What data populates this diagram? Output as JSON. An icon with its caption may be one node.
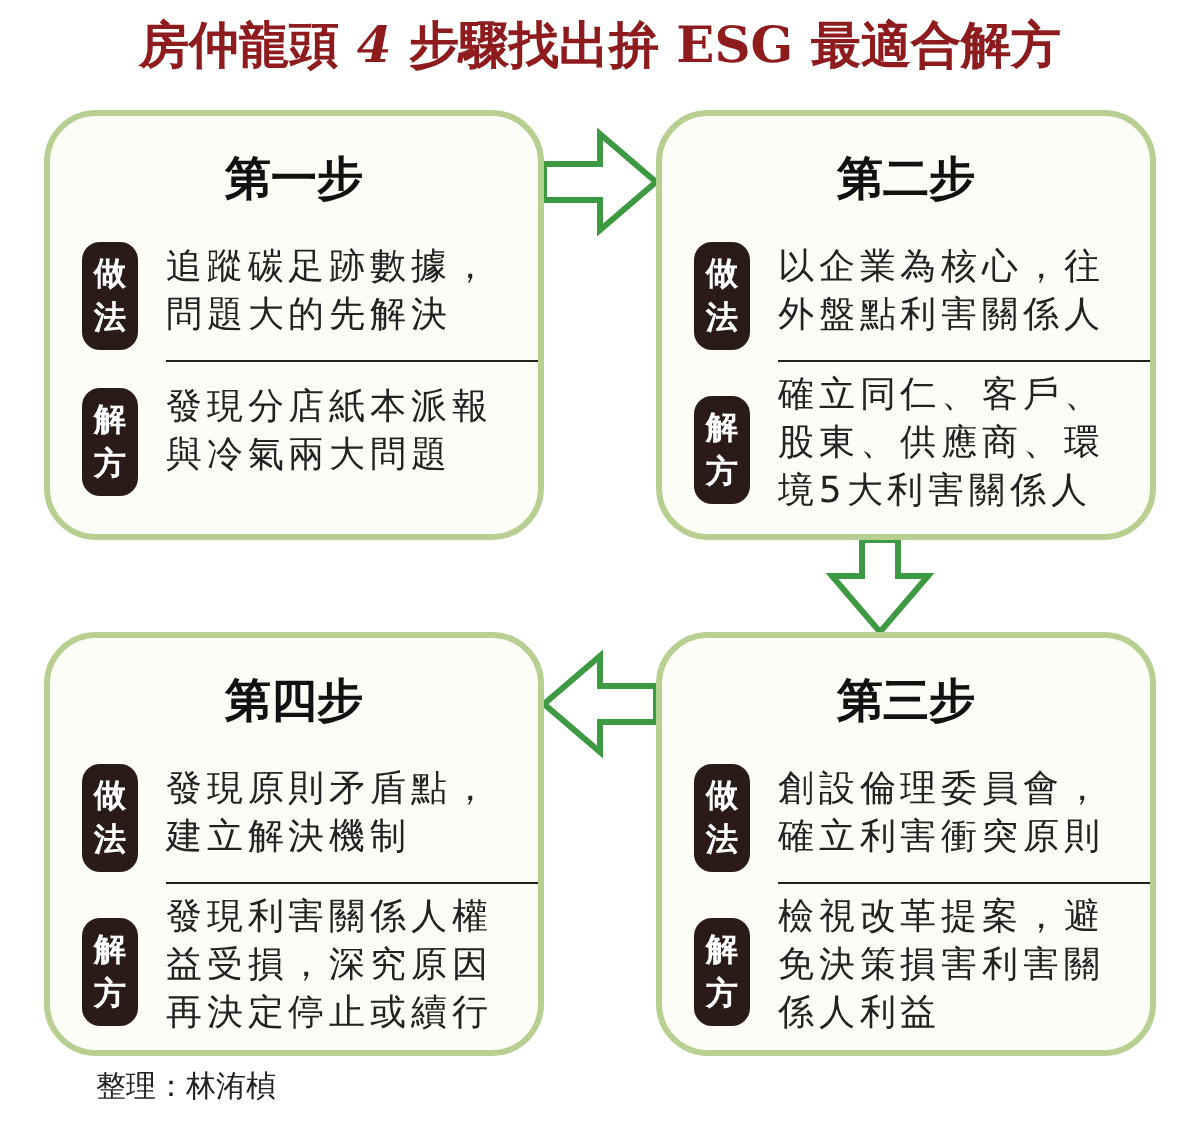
{
  "diagram": {
    "title": "房仲龍頭 *4* 步驟找出拚 ESG 最適合解方",
    "nodes": [
      {
        "text": [
          "第一步",
          "追蹤碳足跡數據，問題大的先解決",
          "發現分店紙本派報與冷氣兩大問題"
        ]
      },
      {
        "text": [
          "做法"
        ],
        "in": 0
      },
      {
        "text": [
          "解方"
        ],
        "in": 0
      },
      {
        "text": [
          "第二步",
          "以企業為核心，往外盤點利害關係人",
          "確立同仁、客戶、股東、供應商、環境5大利害關係人"
        ]
      },
      {
        "text": [
          "做法"
        ],
        "in": 3
      },
      {
        "text": [
          "解方"
        ],
        "in": 3
      },
      {
        "text": [
          "第四步",
          "發現原則矛盾點，建立解決機制",
          "發現利害關係人權益受損，深究原因再決定停止或續行"
        ]
      },
      {
        "text": [
          "做法"
        ],
        "in": 6
      },
      {
        "text": [
          "解方"
        ],
        "in": 6
      },
      {
        "text": [
          "第三步",
          "創設倫理委員會，確立利害衝突原則",
          "檢視改革提案，避免決策損害利害關係人利益"
        ]
      },
      {
        "text": [
          "做法"
        ],
        "in": 9
      },
      {
        "text": [
          "解方"
        ],
        "in": 9
      }
    ],
    "edges": [
      {
        "from": 0,
        "to": 3,
        "arrow": "to"
      },
      {
        "from": 3,
        "to": 9,
        "arrow": "to"
      },
      {
        "from": 9,
        "to": 6,
        "arrow": "to"
      }
    ],
    "labels": [
      "整理：林洧楨"
    ]
  }
}
